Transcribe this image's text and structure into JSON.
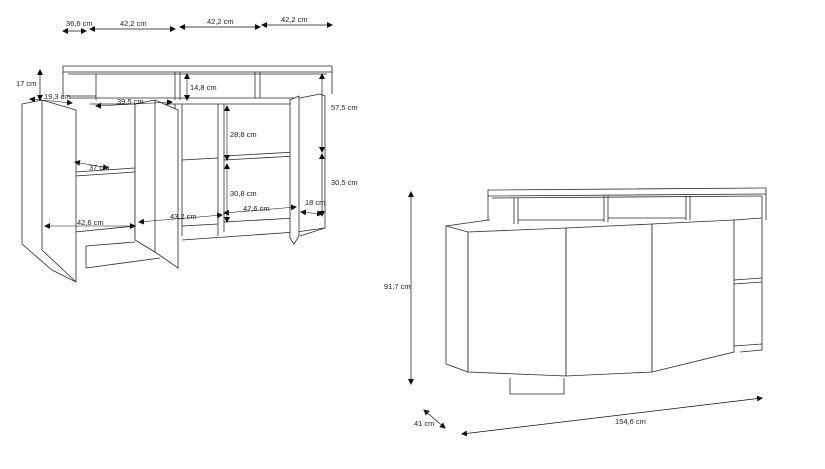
{
  "figure": {
    "left_view": {
      "widths": {
        "w1": "36,6 cm",
        "w2": "42,2 cm",
        "w3": "42,2 cm",
        "w4": "42,2 cm"
      },
      "heights": {
        "h_top": "17 cm",
        "h_side": "57,5 cm",
        "h_lower": "30,5 cm"
      },
      "inner": {
        "top_shelf_depth": "19,3 cm",
        "top_niche_width": "39,5 cm",
        "top_niche_height": "14,8 cm",
        "upper_comp_height": "28,8 cm",
        "shelf_depth": "37 cm",
        "lower_comp_height": "30,8 cm",
        "door_width_1": "42,6 cm",
        "door_width_2": "43,2 cm",
        "door_width_3": "42,6 cm",
        "base_height": "18 cm"
      }
    },
    "right_view": {
      "height": "91,7 cm",
      "depth": "41 cm",
      "width": "154,6 cm"
    }
  }
}
